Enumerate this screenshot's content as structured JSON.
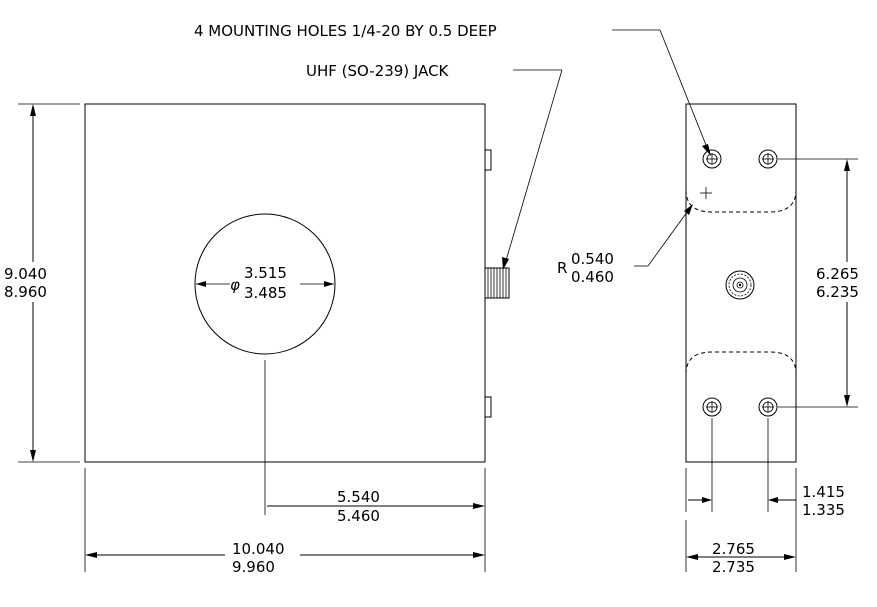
{
  "labels": {
    "mounting_holes": "4 MOUNTING HOLES 1/4-20 BY 0.5 DEEP",
    "uhf_jack": "UHF (SO-239) JACK"
  },
  "dimensions": {
    "height_max": "9.040",
    "height_min": "8.960",
    "width_max": "10.040",
    "width_min": "9.960",
    "offset_max": "5.540",
    "offset_min": "5.460",
    "bore_symbol": "φ",
    "bore_max": "3.515",
    "bore_min": "3.485",
    "radius_symbol": "R",
    "radius_max": "0.540",
    "radius_min": "0.460",
    "hole_spacing_max": "6.265",
    "hole_spacing_min": "6.235",
    "hole_edge_max": "1.415",
    "hole_edge_min": "1.335",
    "side_width_max": "2.765",
    "side_width_min": "2.735"
  },
  "colors": {
    "line": "#000000",
    "background": "#ffffff"
  }
}
